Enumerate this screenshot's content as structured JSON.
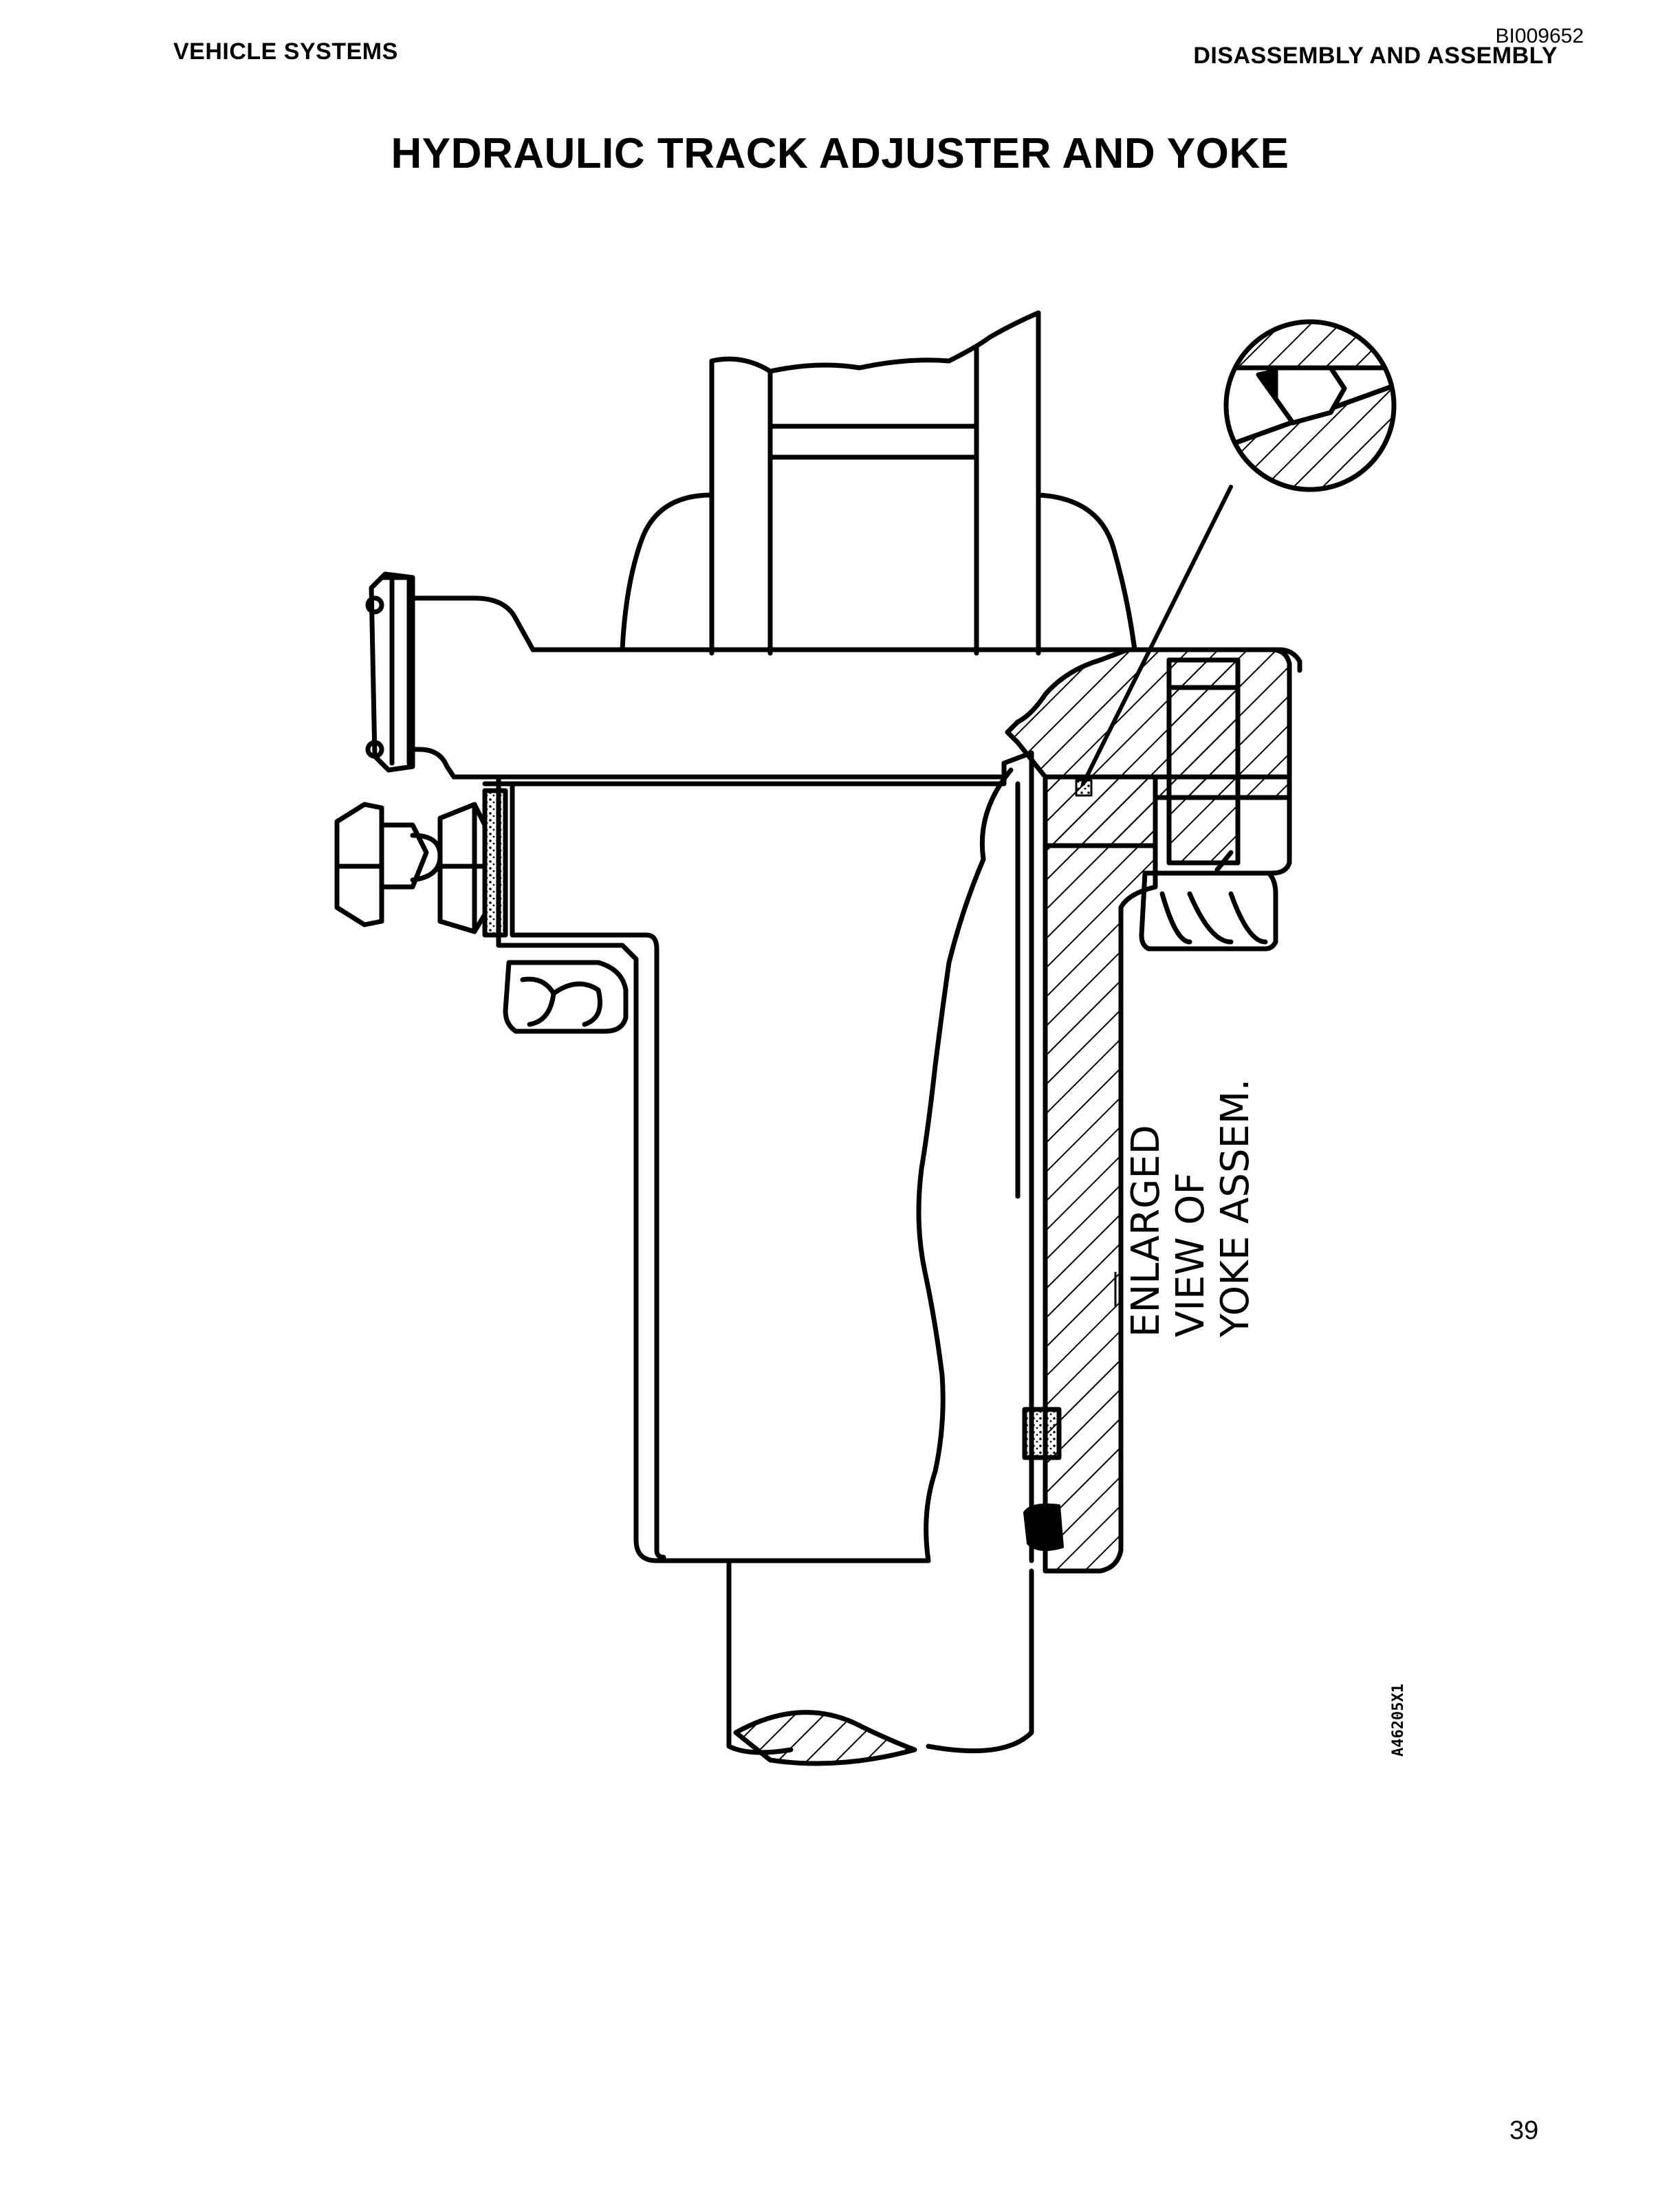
{
  "header": {
    "left": "VEHICLE SYSTEMS",
    "right": "DISASSEMBLY AND ASSEMBLY",
    "doc_id": "BI009652"
  },
  "title": "HYDRAULIC TRACK ADJUSTER AND YOKE",
  "figure": {
    "label_line1": "ENLARGED",
    "label_line2": "VIEW OF",
    "label_line3": "YOKE ASSEM.",
    "figure_code": "A46205X1"
  },
  "footer": {
    "page_number": "39"
  }
}
